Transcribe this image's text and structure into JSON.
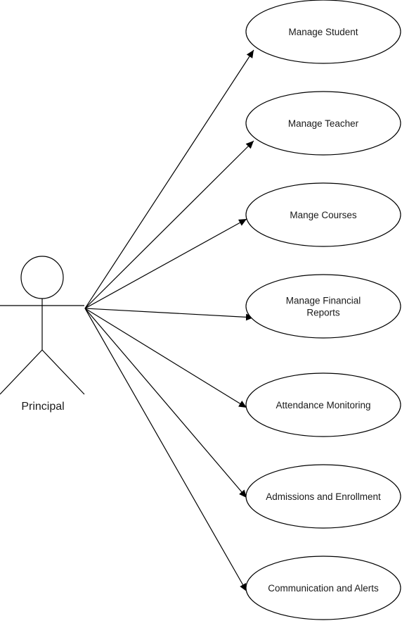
{
  "actor": {
    "name": "Principal"
  },
  "use_cases": [
    {
      "lines": [
        "Manage Student"
      ]
    },
    {
      "lines": [
        "Manage Teacher"
      ]
    },
    {
      "lines": [
        "Mange Courses"
      ]
    },
    {
      "lines": [
        "Manage Financial",
        "Reports"
      ]
    },
    {
      "lines": [
        "Attendance Monitoring"
      ]
    },
    {
      "lines": [
        "Admissions and Enrollment"
      ]
    },
    {
      "lines": [
        "Communication and Alerts"
      ]
    }
  ]
}
